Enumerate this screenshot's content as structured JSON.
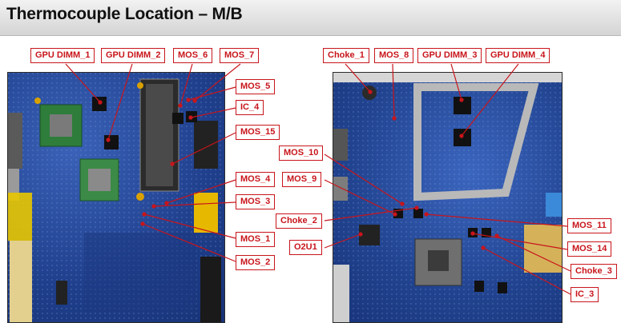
{
  "header": {
    "title": "Thermocouple Location – M/B"
  },
  "accent_color": "#c8151b",
  "left_labels": {
    "gpu_dimm_1": "GPU DIMM_1",
    "gpu_dimm_2": "GPU DIMM_2",
    "mos_6": "MOS_6",
    "mos_7": "MOS_7",
    "mos_5": "MOS_5",
    "ic_4": "IC_4",
    "mos_15": "MOS_15",
    "mos_4": "MOS_4",
    "mos_3": "MOS_3",
    "mos_1": "MOS_1",
    "mos_2": "MOS_2"
  },
  "right_labels": {
    "choke_1": "Choke_1",
    "mos_8": "MOS_8",
    "gpu_dimm_3": "GPU DIMM_3",
    "gpu_dimm_4": "GPU DIMM_4",
    "mos_10": "MOS_10",
    "mos_9": "MOS_9",
    "choke_2": "Choke_2",
    "o2u1": "O2U1",
    "mos_11": "MOS_11",
    "mos_14": "MOS_14",
    "choke_3": "Choke_3",
    "ic_3": "IC_3"
  }
}
